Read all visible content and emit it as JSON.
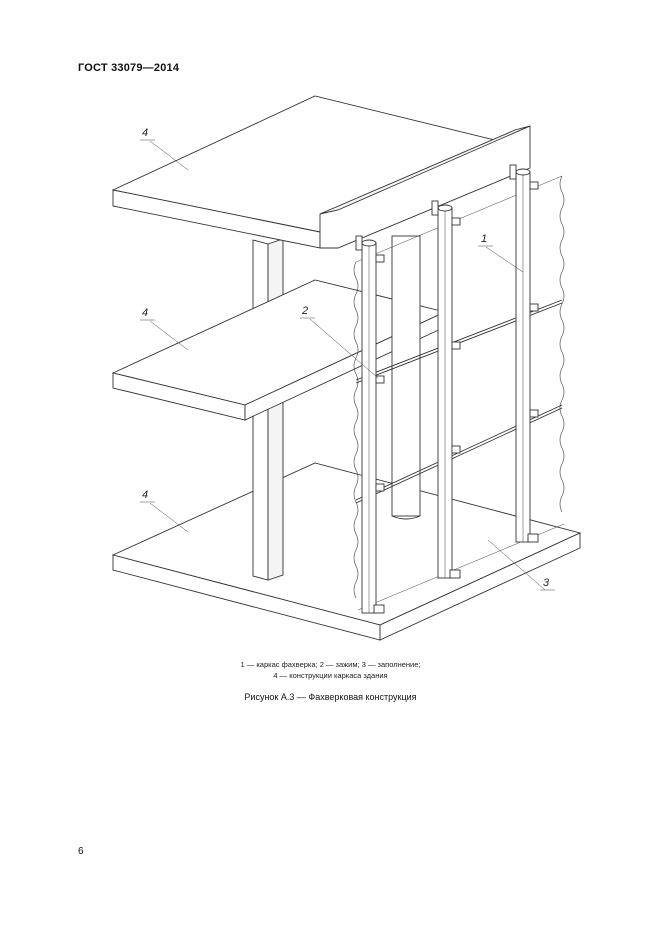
{
  "header": {
    "doc_code": "ГОСТ 33079—2014"
  },
  "figure": {
    "callouts": {
      "c1": "1",
      "c2": "2",
      "c3": "3",
      "c4a": "4",
      "c4b": "4",
      "c4c": "4"
    }
  },
  "legend": {
    "line1": "1 — каркас фахверка; 2 — зажим; 3 — заполнение;",
    "line2": "4 — конструкции каркаса здания"
  },
  "caption": "Рисунок А.3 — Фахверковая конструкция",
  "page_number": "6"
}
